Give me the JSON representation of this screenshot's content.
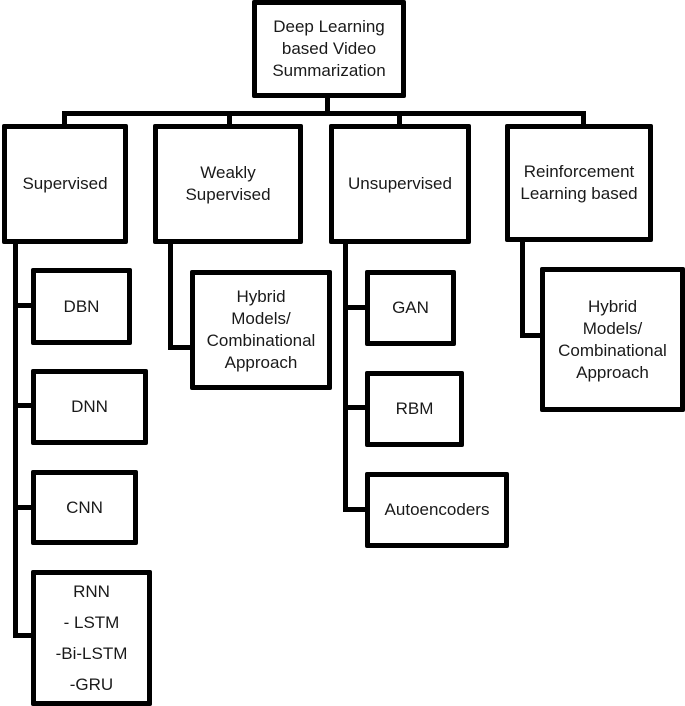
{
  "root": {
    "label": "Deep Learning\nbased Video\nSummarization"
  },
  "categories": [
    {
      "label": "Supervised",
      "children": [
        "DBN",
        "DNN",
        "CNN"
      ],
      "rnn": {
        "title": "RNN",
        "variants": [
          "- LSTM",
          "-Bi-LSTM",
          "-GRU"
        ]
      }
    },
    {
      "label": "Weakly\nSupervised",
      "children": [
        "Hybrid\nModels/\nCombinational\nApproach"
      ]
    },
    {
      "label": "Unsupervised",
      "children": [
        "GAN",
        "RBM",
        "Autoencoders"
      ]
    },
    {
      "label": "Reinforcement\nLearning based",
      "children": [
        "Hybrid\nModels/\nCombinational\nApproach"
      ]
    }
  ]
}
